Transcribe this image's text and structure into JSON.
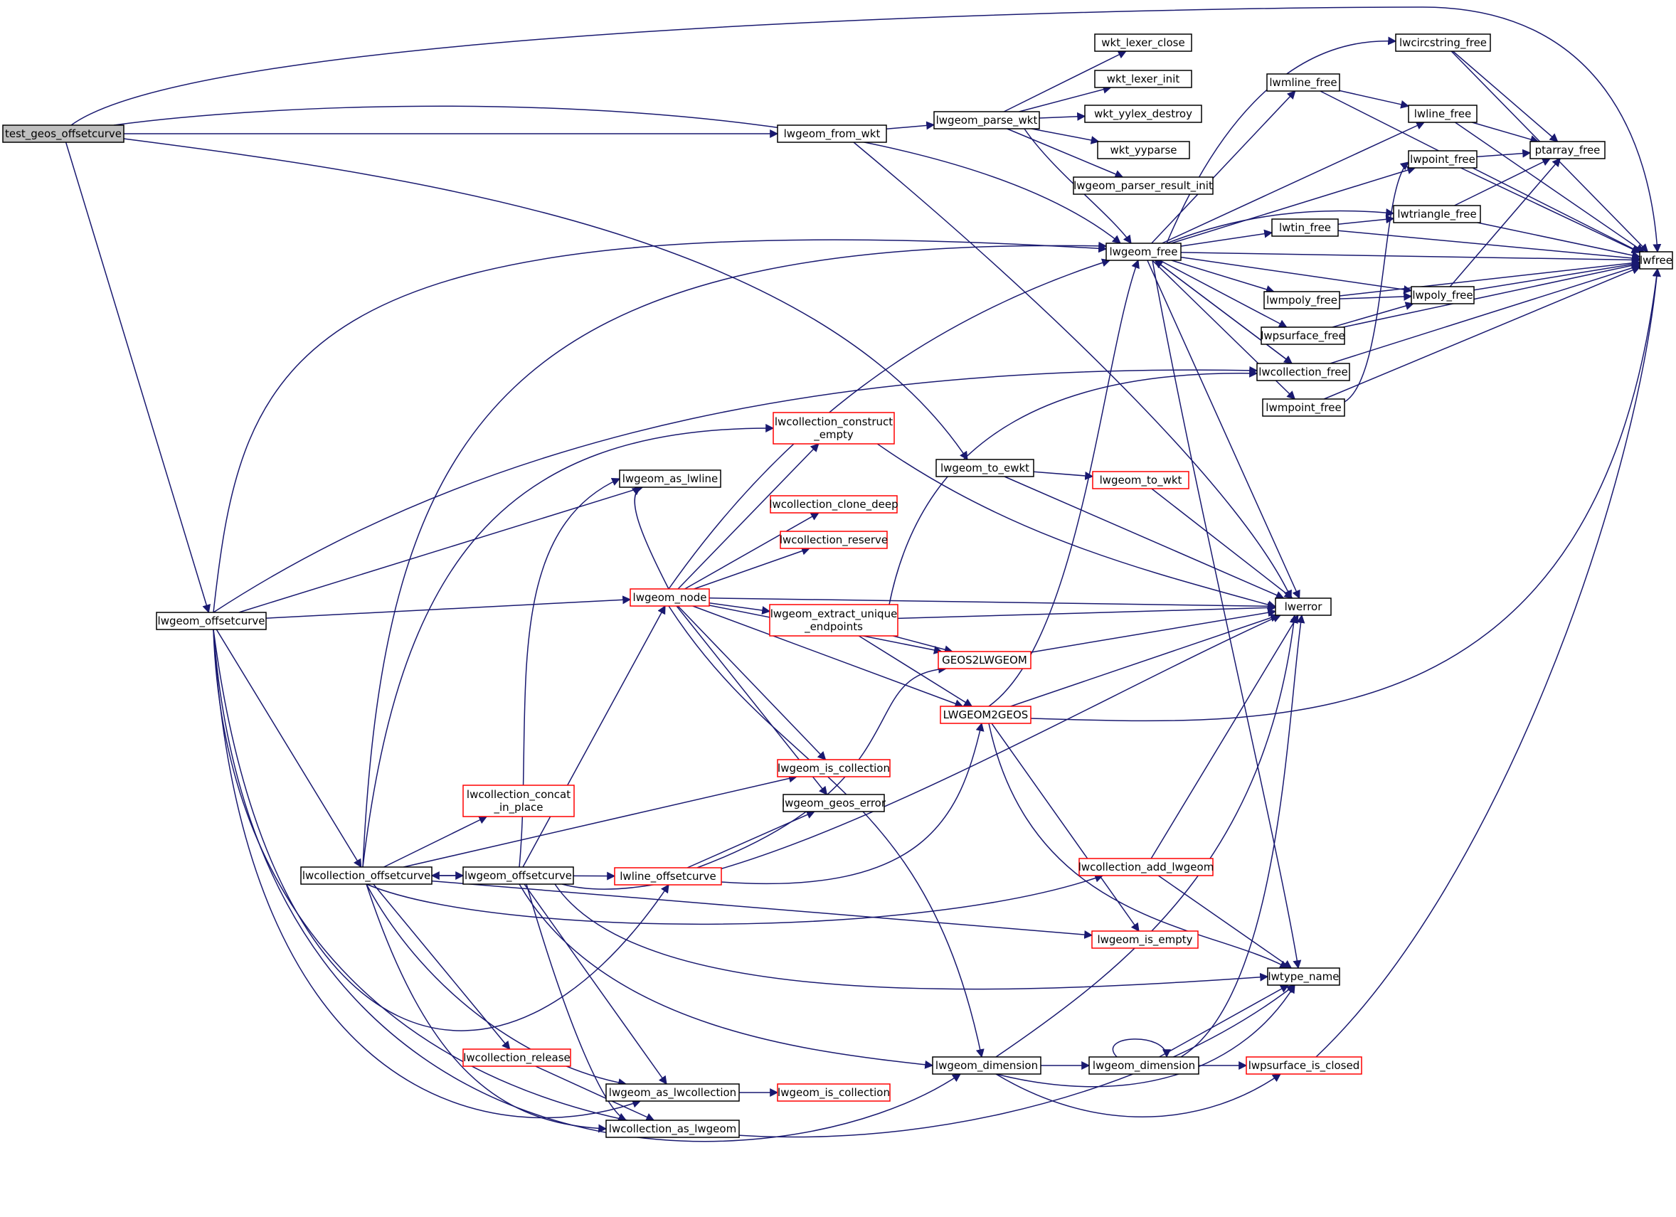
{
  "colors": {
    "edge": "#191970",
    "node_border": "#000000",
    "node_border_ref": "#ff0000",
    "node_fill": "#ffffff",
    "root_fill": "#bfbfbf"
  },
  "nodes": [
    {
      "id": "test_geos_offsetcurve",
      "label": [
        "test_geos_offsetcurve"
      ],
      "style": "root"
    },
    {
      "id": "lwgeom_from_wkt",
      "label": [
        "lwgeom_from_wkt"
      ],
      "style": "normal"
    },
    {
      "id": "lwgeom_parse_wkt",
      "label": [
        "lwgeom_parse_wkt"
      ],
      "style": "normal"
    },
    {
      "id": "wkt_lexer_close",
      "label": [
        "wkt_lexer_close"
      ],
      "style": "normal"
    },
    {
      "id": "wkt_lexer_init",
      "label": [
        "wkt_lexer_init"
      ],
      "style": "normal"
    },
    {
      "id": "wkt_yylex_destroy",
      "label": [
        "wkt_yylex_destroy"
      ],
      "style": "normal"
    },
    {
      "id": "wkt_yyparse",
      "label": [
        "wkt_yyparse"
      ],
      "style": "normal"
    },
    {
      "id": "lwgeom_parser_result_init",
      "label": [
        "lwgeom_parser_result_init"
      ],
      "style": "normal"
    },
    {
      "id": "lwcircstring_free",
      "label": [
        "lwcircstring_free"
      ],
      "style": "normal"
    },
    {
      "id": "lwmline_free",
      "label": [
        "lwmline_free"
      ],
      "style": "normal"
    },
    {
      "id": "lwline_free",
      "label": [
        "lwline_free"
      ],
      "style": "normal"
    },
    {
      "id": "lwpoint_free",
      "label": [
        "lwpoint_free"
      ],
      "style": "normal"
    },
    {
      "id": "ptarray_free",
      "label": [
        "ptarray_free"
      ],
      "style": "normal"
    },
    {
      "id": "lwtriangle_free",
      "label": [
        "lwtriangle_free"
      ],
      "style": "normal"
    },
    {
      "id": "lwtin_free",
      "label": [
        "lwtin_free"
      ],
      "style": "normal"
    },
    {
      "id": "lwgeom_free",
      "label": [
        "lwgeom_free"
      ],
      "style": "normal"
    },
    {
      "id": "lwfree",
      "label": [
        "lwfree"
      ],
      "style": "normal"
    },
    {
      "id": "lwmpoly_free",
      "label": [
        "lwmpoly_free"
      ],
      "style": "normal"
    },
    {
      "id": "lwpoly_free",
      "label": [
        "lwpoly_free"
      ],
      "style": "normal"
    },
    {
      "id": "lwpsurface_free",
      "label": [
        "lwpsurface_free"
      ],
      "style": "normal"
    },
    {
      "id": "lwcollection_free",
      "label": [
        "lwcollection_free"
      ],
      "style": "normal"
    },
    {
      "id": "lwmpoint_free",
      "label": [
        "lwmpoint_free"
      ],
      "style": "normal"
    },
    {
      "id": "lwcollection_construct_empty",
      "label": [
        "lwcollection_construct",
        "_empty"
      ],
      "style": "ref"
    },
    {
      "id": "lwgeom_to_ewkt",
      "label": [
        "lwgeom_to_ewkt"
      ],
      "style": "normal"
    },
    {
      "id": "lwgeom_to_wkt",
      "label": [
        "lwgeom_to_wkt"
      ],
      "style": "ref"
    },
    {
      "id": "lwgeom_as_lwline",
      "label": [
        "lwgeom_as_lwline"
      ],
      "style": "normal"
    },
    {
      "id": "lwcollection_clone_deep",
      "label": [
        "lwcollection_clone_deep"
      ],
      "style": "ref"
    },
    {
      "id": "lwcollection_reserve",
      "label": [
        "lwcollection_reserve"
      ],
      "style": "ref"
    },
    {
      "id": "lwgeom_offsetcurve_1",
      "label": [
        "lwgeom_offsetcurve"
      ],
      "style": "normal"
    },
    {
      "id": "lwgeom_node",
      "label": [
        "lwgeom_node"
      ],
      "style": "ref"
    },
    {
      "id": "lwgeom_extract_unique_endpoints",
      "label": [
        "lwgeom_extract_unique",
        "_endpoints"
      ],
      "style": "ref"
    },
    {
      "id": "lwerror",
      "label": [
        "lwerror"
      ],
      "style": "normal"
    },
    {
      "id": "GEOS2LWGEOM",
      "label": [
        "GEOS2LWGEOM"
      ],
      "style": "ref"
    },
    {
      "id": "LWGEOM2GEOS",
      "label": [
        "LWGEOM2GEOS"
      ],
      "style": "ref"
    },
    {
      "id": "lwgeom_is_collection_1",
      "label": [
        "lwgeom_is_collection"
      ],
      "style": "ref"
    },
    {
      "id": "lwcollection_concat_in_place",
      "label": [
        "lwcollection_concat",
        "_in_place"
      ],
      "style": "ref"
    },
    {
      "id": "lwgeom_geos_error",
      "label": [
        "lwgeom_geos_error"
      ],
      "style": "normal"
    },
    {
      "id": "lwcollection_offsetcurve",
      "label": [
        "lwcollection_offsetcurve"
      ],
      "style": "normal"
    },
    {
      "id": "lwgeom_offsetcurve_2",
      "label": [
        "lwgeom_offsetcurve"
      ],
      "style": "normal"
    },
    {
      "id": "lwline_offsetcurve",
      "label": [
        "lwline_offsetcurve"
      ],
      "style": "ref"
    },
    {
      "id": "lwcollection_add_lwgeom",
      "label": [
        "lwcollection_add_lwgeom"
      ],
      "style": "ref"
    },
    {
      "id": "lwgeom_is_empty",
      "label": [
        "lwgeom_is_empty"
      ],
      "style": "ref"
    },
    {
      "id": "lwtype_name",
      "label": [
        "lwtype_name"
      ],
      "style": "normal"
    },
    {
      "id": "lwcollection_release",
      "label": [
        "lwcollection_release"
      ],
      "style": "ref"
    },
    {
      "id": "lwgeom_dimension_1",
      "label": [
        "lwgeom_dimension"
      ],
      "style": "normal"
    },
    {
      "id": "lwgeom_dimension_2",
      "label": [
        "lwgeom_dimension"
      ],
      "style": "normal"
    },
    {
      "id": "lwpsurface_is_closed",
      "label": [
        "lwpsurface_is_closed"
      ],
      "style": "ref"
    },
    {
      "id": "lwgeom_as_lwcollection",
      "label": [
        "lwgeom_as_lwcollection"
      ],
      "style": "normal"
    },
    {
      "id": "lwgeom_is_collection_2",
      "label": [
        "lwgeom_is_collection"
      ],
      "style": "ref"
    },
    {
      "id": "lwcollection_as_lwgeom",
      "label": [
        "lwcollection_as_lwgeom"
      ],
      "style": "normal"
    }
  ]
}
